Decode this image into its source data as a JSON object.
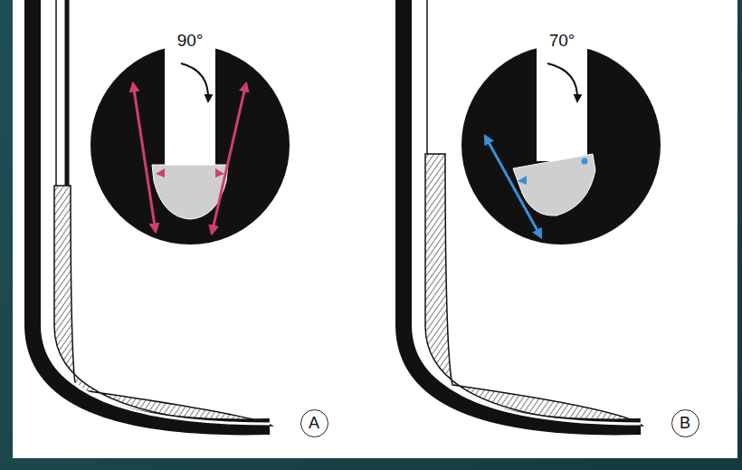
{
  "diagram": {
    "nodes": [
      {
        "text": [
          "A"
        ]
      },
      {
        "text": [
          "B"
        ]
      }
    ],
    "labels": [
      "90°",
      "70°"
    ]
  }
}
